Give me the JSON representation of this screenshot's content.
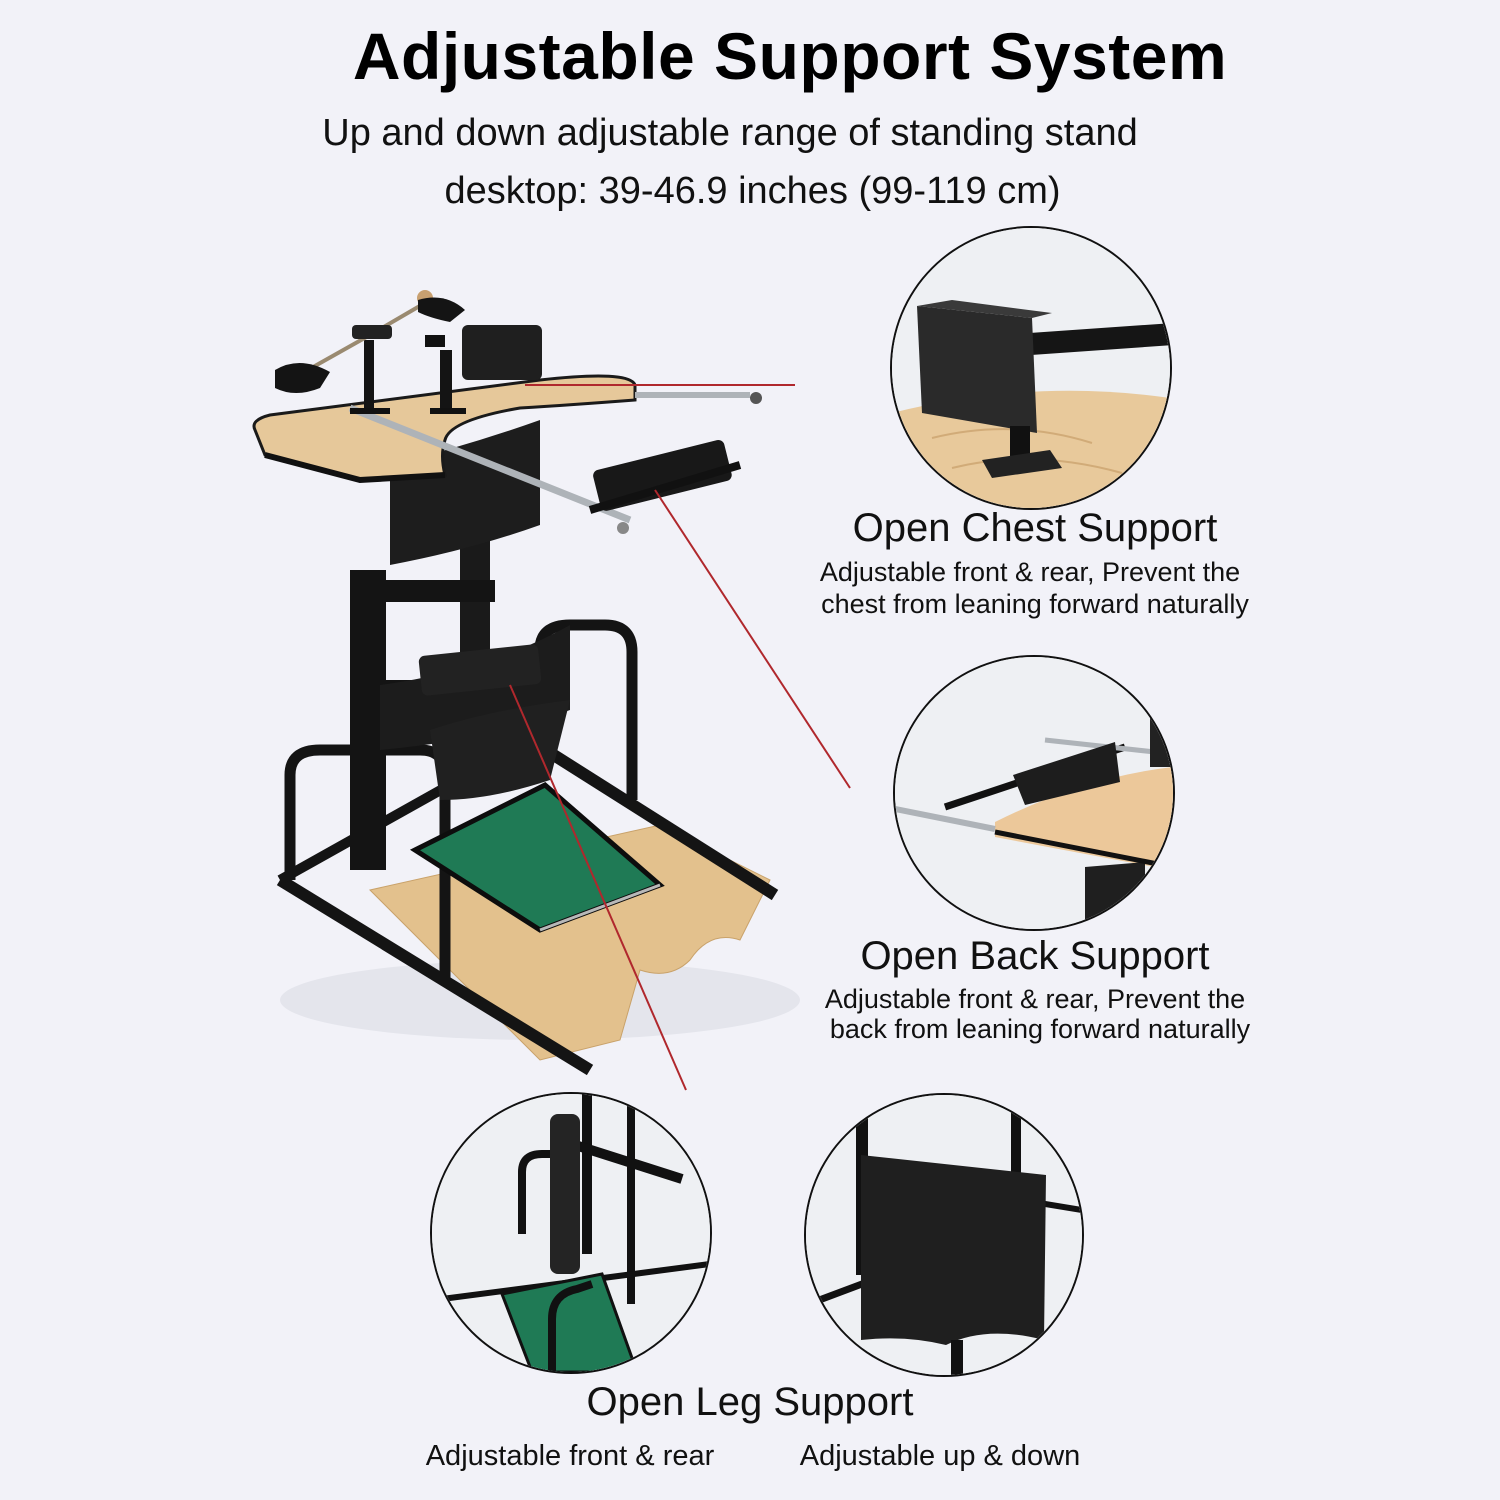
{
  "header": {
    "title": "Adjustable Support System",
    "subtitle_line1": "Up and down adjustable range of standing stand",
    "subtitle_line2": "desktop: 39-46.9 inches (99-119 cm)"
  },
  "features": {
    "chest": {
      "title": "Open Chest Support",
      "desc_line1": "Adjustable front & rear, Prevent the",
      "desc_line2": "chest from leaning forward naturally",
      "image": "chest-support-closeup"
    },
    "back": {
      "title": "Open Back Support",
      "desc_line1": "Adjustable front & rear, Prevent the",
      "desc_line2": "back from leaning forward naturally",
      "image": "back-support-closeup"
    },
    "leg": {
      "title": "Open Leg Support",
      "desc_left": "Adjustable front & rear",
      "desc_right": "Adjustable up & down",
      "image_left": "leg-support-front-rear-closeup",
      "image_right": "leg-support-up-down-closeup"
    }
  },
  "colors": {
    "background": "#f2f2f8",
    "pointer_line": "#b0282d",
    "frame_black": "#141414",
    "wood": "#e6c89a",
    "footplate_green": "#1f7a55"
  }
}
